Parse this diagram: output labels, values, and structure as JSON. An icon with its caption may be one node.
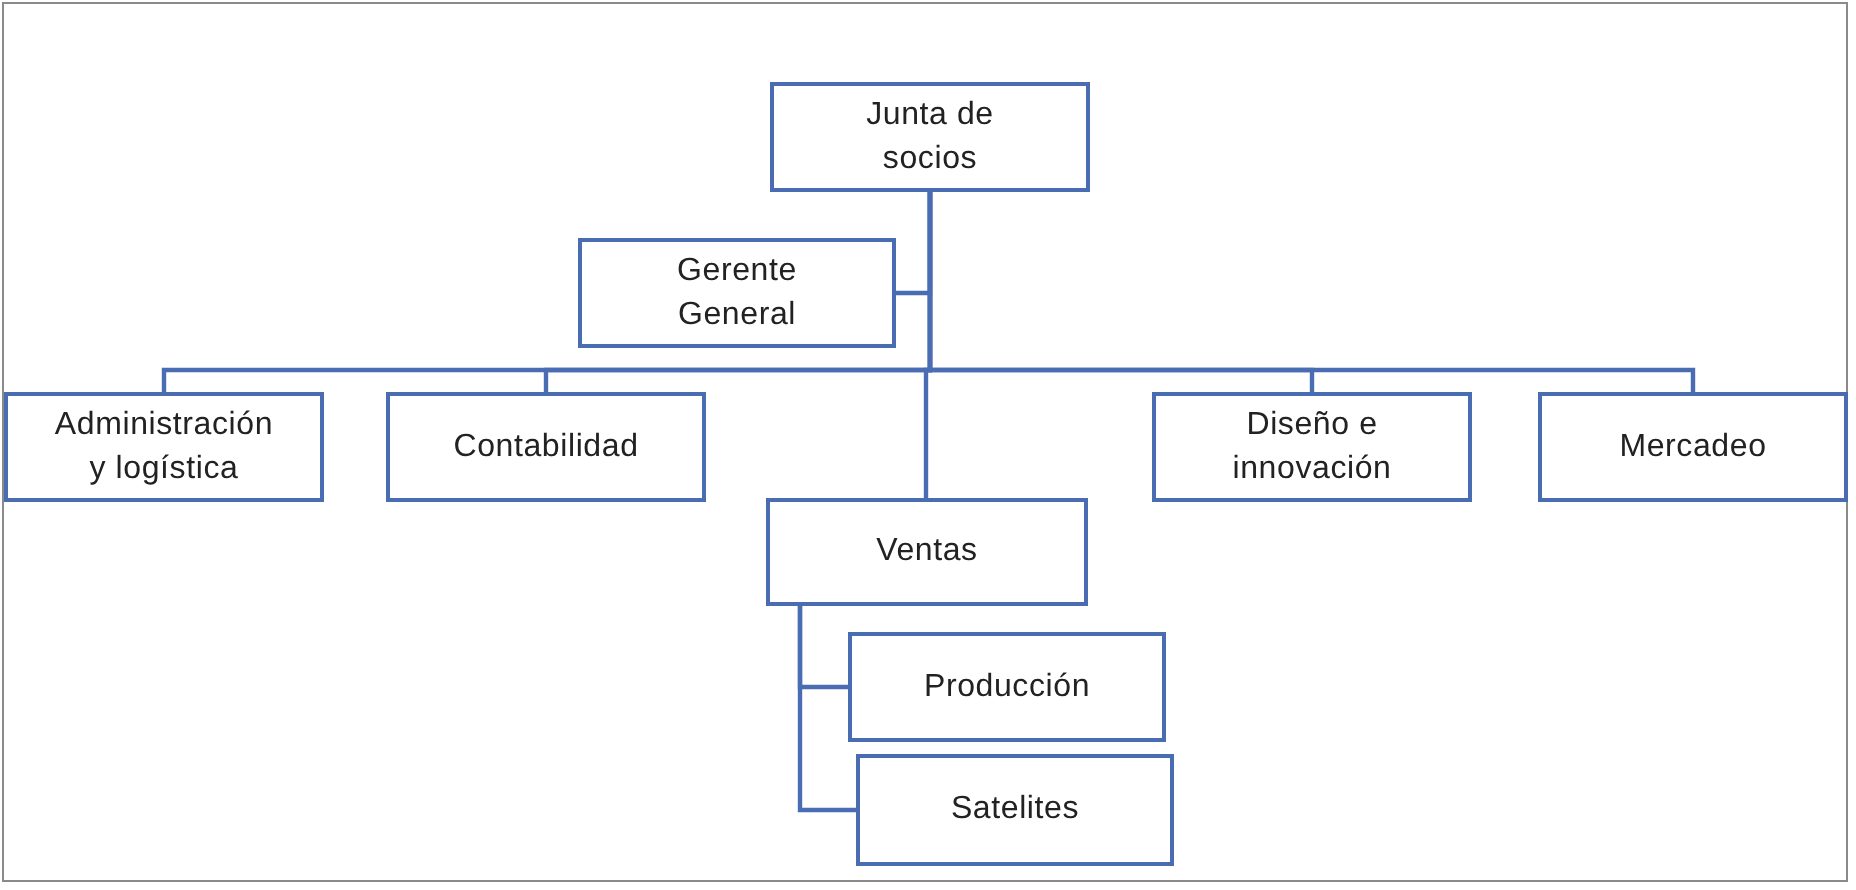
{
  "diagram": {
    "nodes": [
      {
        "text": [
          "Junta de socios"
        ]
      },
      {
        "text": [
          "Gerente General"
        ]
      },
      {
        "text": [
          "Administración y logística"
        ]
      },
      {
        "text": [
          "Contabilidad"
        ]
      },
      {
        "text": [
          "Ventas"
        ]
      },
      {
        "text": [
          "Diseño e innovación"
        ]
      },
      {
        "text": [
          "Mercadeo"
        ]
      },
      {
        "text": [
          "Producción"
        ]
      },
      {
        "text": [
          "Satelites"
        ]
      }
    ],
    "edges": [
      {
        "from": 0,
        "to": 1,
        "arrow": "none"
      },
      {
        "from": 0,
        "to": 2,
        "arrow": "none"
      },
      {
        "from": 0,
        "to": 3,
        "arrow": "none"
      },
      {
        "from": 0,
        "to": 4,
        "arrow": "none"
      },
      {
        "from": 0,
        "to": 5,
        "arrow": "none"
      },
      {
        "from": 0,
        "to": 6,
        "arrow": "none"
      },
      {
        "from": 4,
        "to": 7,
        "arrow": "none"
      },
      {
        "from": 4,
        "to": 8,
        "arrow": "none"
      }
    ]
  }
}
